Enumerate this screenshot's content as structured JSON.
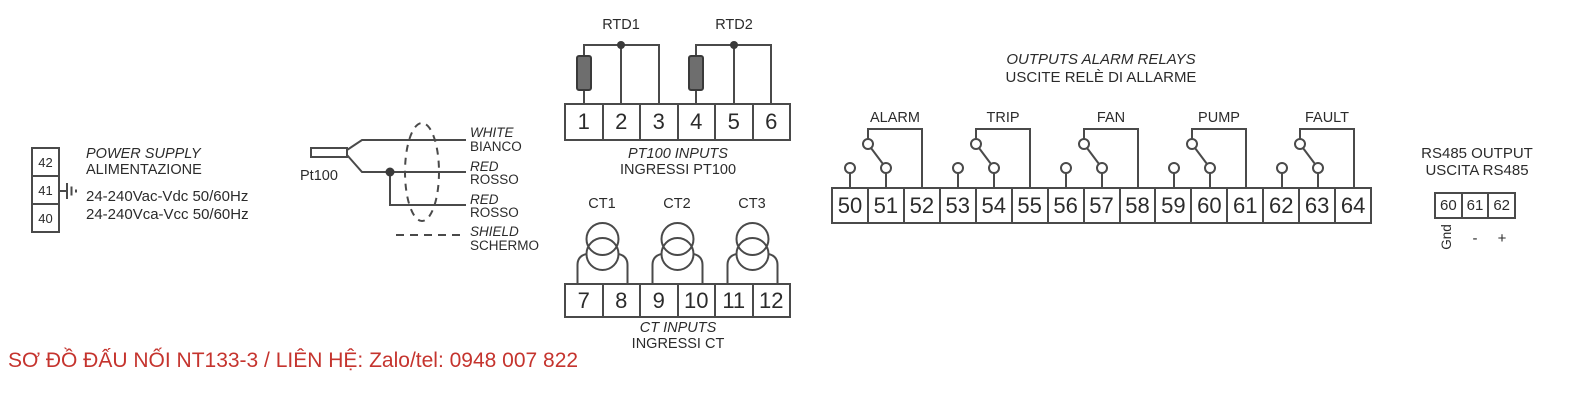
{
  "caption": {
    "text": "SƠ ĐỒ ĐẤU NỐI NT133-3 / LIÊN HỆ: Zalo/tel: 0948 007 822",
    "color": "#c5342e"
  },
  "power_supply": {
    "terminals": [
      "42",
      "41",
      "40"
    ],
    "ground_icon": "earth-ground-icon",
    "title_en": "POWER SUPPLY",
    "title_it": "ALIMENTAZIONE",
    "rating_line1": "24-240Vac-Vdc 50/60Hz",
    "rating_line2": "24-240Vca-Vcc 50/60Hz"
  },
  "pt100_sensor": {
    "label": "Pt100",
    "wires": [
      {
        "en": "WHITE",
        "it": "BIANCO"
      },
      {
        "en": "RED",
        "it": "ROSSO"
      },
      {
        "en": "RED",
        "it": "ROSSO"
      },
      {
        "en": "SHIELD",
        "it": "SCHERMO"
      }
    ]
  },
  "pt100_inputs": {
    "rtd_labels": [
      "RTD1",
      "RTD2"
    ],
    "terminals": [
      "1",
      "2",
      "3",
      "4",
      "5",
      "6"
    ],
    "title_en": "PT100 INPUTS",
    "title_it": "INGRESSI PT100"
  },
  "ct_inputs": {
    "labels": [
      "CT1",
      "CT2",
      "CT3"
    ],
    "terminals": [
      "7",
      "8",
      "9",
      "10",
      "11",
      "12"
    ],
    "title_en": "CT INPUTS",
    "title_it": "INGRESSI CT"
  },
  "alarm_relays": {
    "title_en": "OUTPUTS ALARM RELAYS",
    "title_it": "USCITE RELÈ DI ALLARME",
    "relays": [
      "ALARM",
      "TRIP",
      "FAN",
      "PUMP",
      "FAULT"
    ],
    "terminals": [
      "50",
      "51",
      "52",
      "53",
      "54",
      "55",
      "56",
      "57",
      "58",
      "59",
      "60",
      "61",
      "62",
      "63",
      "64"
    ]
  },
  "rs485": {
    "title_en": "RS485 OUTPUT",
    "title_it": "USCITA RS485",
    "terminals": [
      "60",
      "61",
      "62"
    ],
    "pins": [
      "Gnd",
      "-",
      "+"
    ]
  },
  "colors": {
    "line": "#4a4a4a",
    "text": "#2b2b2b",
    "resistor_fill": "#6e6e6e",
    "caption_red": "#c5342e"
  }
}
